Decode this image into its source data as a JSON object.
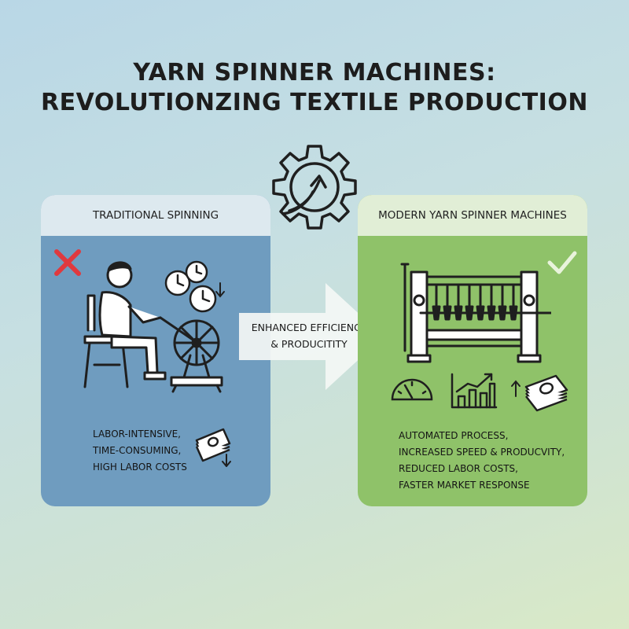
{
  "title": {
    "line1": "YARN SPINNER MACHINES:",
    "line2": "REVOLUTIONZING TEXTILE PRODUCTION"
  },
  "center_icon": "gear-upward-arrow-icon",
  "left_panel": {
    "heading": "TRADITIONAL SPINNING",
    "mark": "red-x-icon",
    "mark_color": "#e0393e",
    "illustration": "person-at-spinning-wheel-icon",
    "side_icons": [
      "clocks-icon",
      "down-arrow-icon",
      "money-stack-icon"
    ],
    "items": [
      "LABOR-INTENSIVE,",
      "TIME-CONSUMING,",
      "HIGH LABOR COSTS"
    ],
    "color": "#6f9cbf"
  },
  "arrow": {
    "line1": "ENHANCED EFFICIENCY",
    "line2": "& PRODUCITITY"
  },
  "right_panel": {
    "heading": "MODERN YARN SPINNER MACHINES",
    "mark": "check-icon",
    "illustration": "spinning-machine-icon",
    "side_icons": [
      "speedometer-icon",
      "rising-bar-chart-icon",
      "up-arrow-icon",
      "money-stack-icon"
    ],
    "items": [
      "AUTOMATED PROCESS,",
      "INCREASED SPEED & PRODUCVITY,",
      "REDUCED LABOR COSTS,",
      "FASTER MARKET RESPONSE"
    ],
    "color": "#8fc269"
  }
}
